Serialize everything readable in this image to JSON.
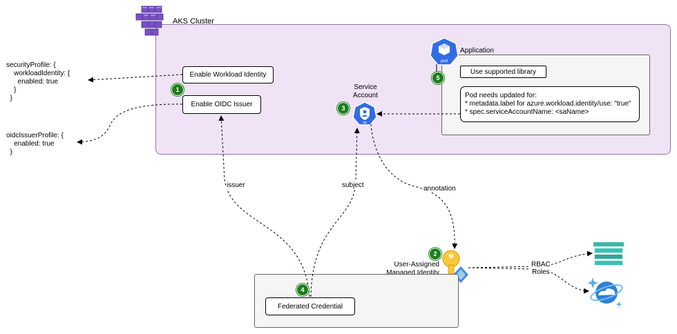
{
  "cluster": {
    "title": "AKS Cluster"
  },
  "left_notes": {
    "security_profile": "securityProfile: {\n    workloadIdentity: {\n      enabled: true\n    }\n  }",
    "oidc_profile": "oidcIssuerProfile: {\n    enabled: true\n  }"
  },
  "boxes": {
    "enable_workload_identity": "Enable Workload Identity",
    "enable_oidc_issuer": "Enable OIDC Issuer",
    "use_supported_library": "Use supported library",
    "pod_needs": "Pod needs updated for:\n* metadata.label for azure.workload.identity/use: \"true\"\n* spec.serviceAccountName: <saName>",
    "federated_credential": "Federated Credential"
  },
  "application": {
    "title": "Application",
    "pod_icon_label": "pod"
  },
  "service_account": {
    "label": "Service\nAccount",
    "icon_label": "sa"
  },
  "managed_identity": {
    "label": "User-Assigned\nManaged Identity"
  },
  "badges": {
    "b1": "1",
    "b2": "2",
    "b3": "3",
    "b4": "4",
    "b5": "5"
  },
  "edge_labels": {
    "issuer": "issuer",
    "subject": "subject",
    "annotation": "annotation",
    "rbac_roles": "RBAC\nRoles"
  },
  "icons": {
    "cluster": "aks-cubes-icon",
    "pod": "kubernetes-pod-icon",
    "service_account": "kubernetes-service-account-icon",
    "managed_identity": "key-icon",
    "storage": "storage-account-icon",
    "cosmos": "cosmos-db-icon"
  },
  "colors": {
    "cluster_fill": "#f0e3f5",
    "cluster_border": "#9673a6",
    "badge": "#1e7d1e",
    "k8s_blue": "#326ce5",
    "panel_fill": "#f5f5f5"
  }
}
